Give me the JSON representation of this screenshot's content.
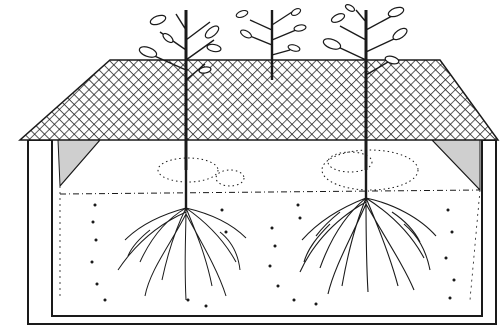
{
  "diagram": {
    "kind": "line-drawing",
    "subject": "hydroponic-tank-with-mesh-raft-and-three-plants",
    "plant_count": 3,
    "colors": {
      "ink": "#1a1a1a",
      "paper": "#ffffff",
      "wall_shade": "#cfcfcf",
      "leaf_fill": "#ffffff"
    }
  }
}
